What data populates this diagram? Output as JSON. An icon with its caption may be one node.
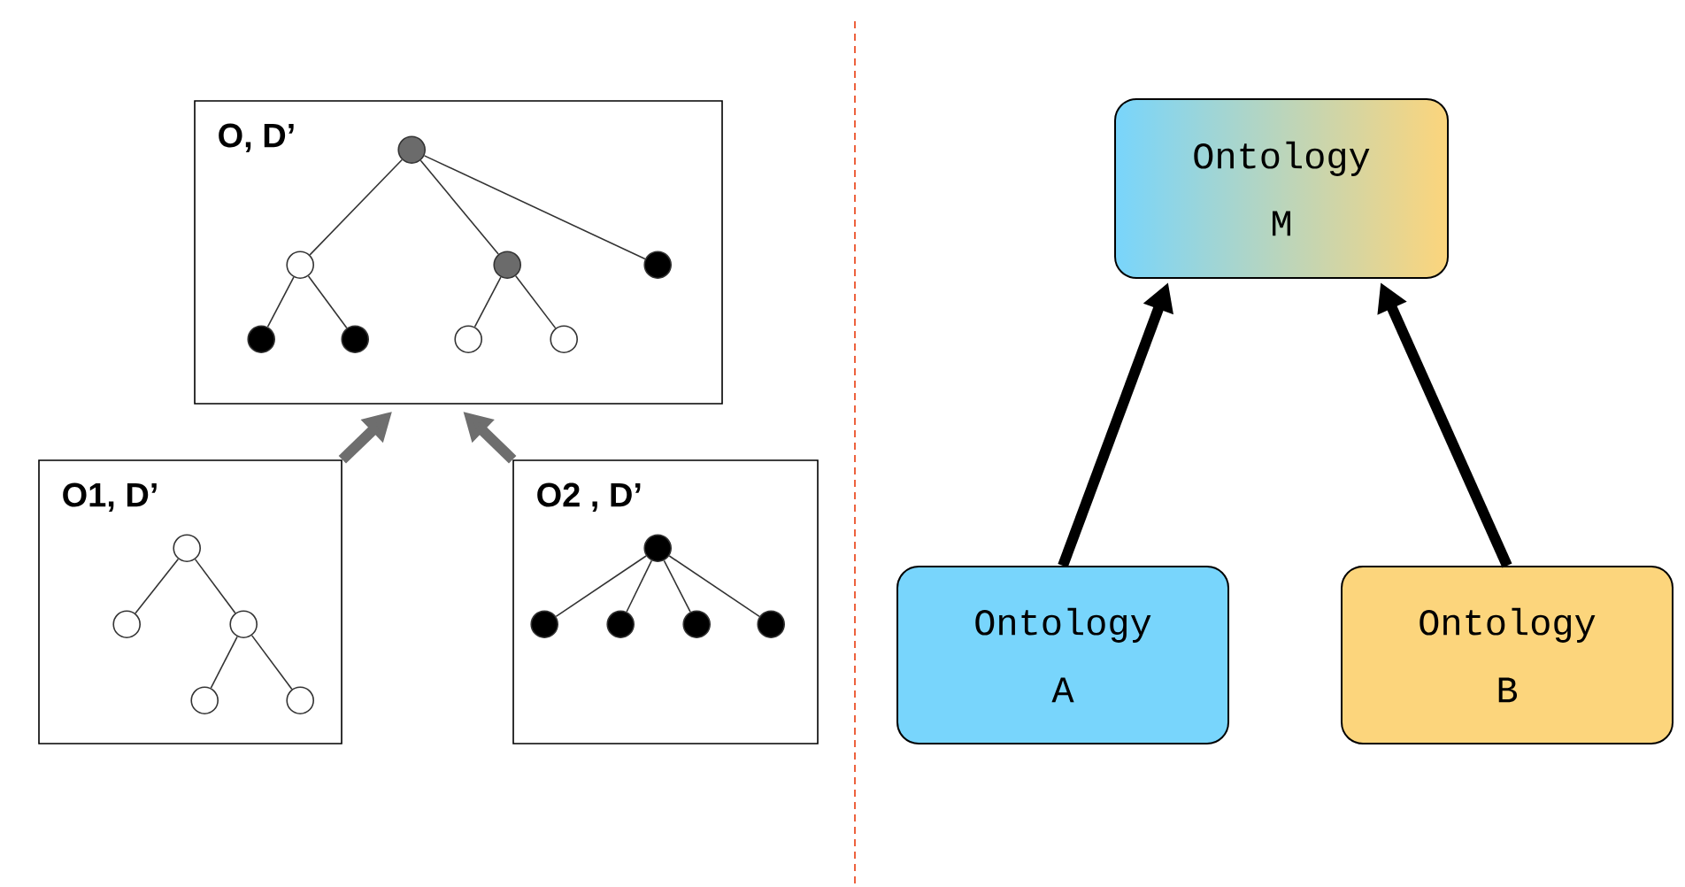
{
  "diagram": {
    "nodes": [
      {
        "text": [
          "O, D’"
        ]
      },
      {
        "text": [],
        "shape": "circle",
        "in": 0
      },
      {
        "text": [],
        "shape": "circle",
        "in": 0
      },
      {
        "text": [],
        "shape": "circle",
        "in": 0
      },
      {
        "text": [],
        "shape": "circle",
        "in": 0
      },
      {
        "text": [],
        "shape": "circle",
        "in": 0
      },
      {
        "text": [],
        "shape": "circle",
        "in": 0
      },
      {
        "text": [],
        "shape": "circle",
        "in": 0
      },
      {
        "text": [],
        "shape": "circle",
        "in": 0
      },
      {
        "text": [
          "Ontology M"
        ]
      },
      {
        "text": [
          "O1, D’"
        ]
      },
      {
        "text": [],
        "shape": "circle",
        "in": 10
      },
      {
        "text": [],
        "shape": "circle",
        "in": 10
      },
      {
        "text": [],
        "shape": "circle",
        "in": 10
      },
      {
        "text": [],
        "shape": "circle",
        "in": 10
      },
      {
        "text": [],
        "shape": "circle",
        "in": 10
      },
      {
        "text": [
          "O2 , D’"
        ]
      },
      {
        "text": [],
        "shape": "circle",
        "in": 16
      },
      {
        "text": [],
        "shape": "circle",
        "in": 16
      },
      {
        "text": [],
        "shape": "circle",
        "in": 16
      },
      {
        "text": [],
        "shape": "circle",
        "in": 16
      },
      {
        "text": [],
        "shape": "circle",
        "in": 16
      },
      {
        "text": [
          "Ontology A"
        ]
      },
      {
        "text": [
          "Ontology B"
        ]
      }
    ],
    "edges": [
      {
        "from": 1,
        "to": 2,
        "arrow": "none"
      },
      {
        "from": 1,
        "to": 3,
        "arrow": "none"
      },
      {
        "from": 1,
        "to": 4,
        "arrow": "none"
      },
      {
        "from": 2,
        "to": 5,
        "arrow": "none"
      },
      {
        "from": 2,
        "to": 6,
        "arrow": "none"
      },
      {
        "from": 3,
        "to": 7,
        "arrow": "none"
      },
      {
        "from": 3,
        "to": 8,
        "arrow": "none"
      },
      {
        "from": 11,
        "to": 12,
        "arrow": "none"
      },
      {
        "from": 11,
        "to": 13,
        "arrow": "none"
      },
      {
        "from": 13,
        "to": 14,
        "arrow": "none"
      },
      {
        "from": 13,
        "to": 15,
        "arrow": "none"
      },
      {
        "from": 17,
        "to": 18,
        "arrow": "none"
      },
      {
        "from": 17,
        "to": 19,
        "arrow": "none"
      },
      {
        "from": 17,
        "to": 20,
        "arrow": "none"
      },
      {
        "from": 17,
        "to": 21,
        "arrow": "none"
      },
      {
        "from": 10,
        "to": 0,
        "arrow": "to",
        "style": "thick",
        "color": "#6e6e6e"
      },
      {
        "from": 16,
        "to": 0,
        "arrow": "to",
        "style": "thick",
        "color": "#6e6e6e"
      },
      {
        "from": 22,
        "to": 9,
        "arrow": "to",
        "style": "thick",
        "color": "#000000"
      },
      {
        "from": 23,
        "to": 9,
        "arrow": "to",
        "style": "thick",
        "color": "#000000"
      }
    ]
  }
}
